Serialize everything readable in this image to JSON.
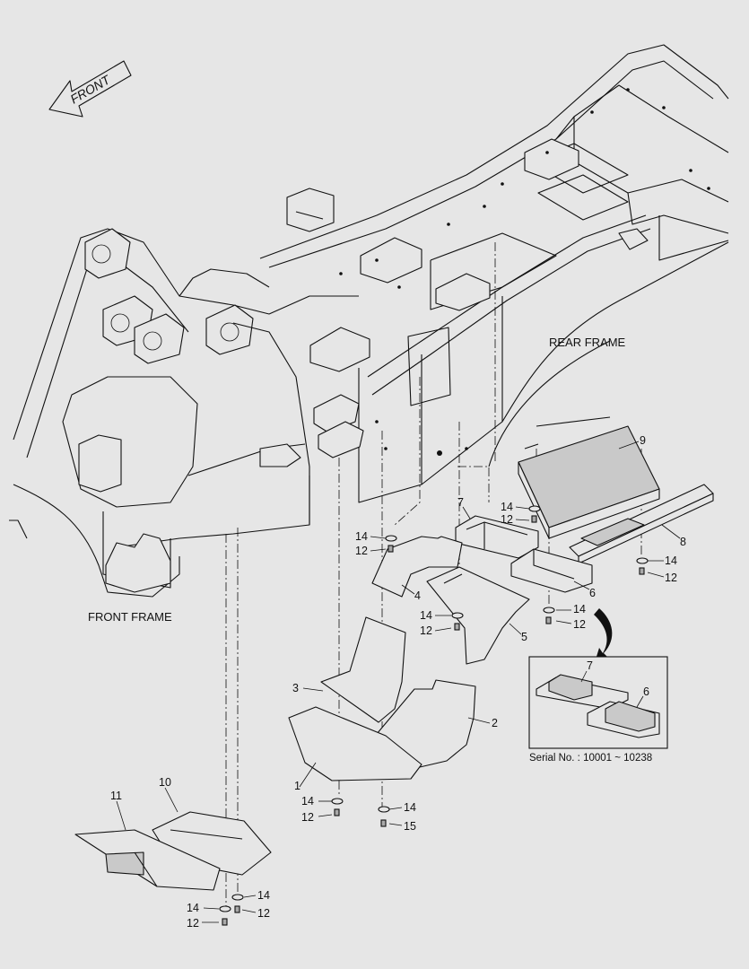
{
  "direction_label": "FRONT",
  "frame_labels": {
    "rear": "REAR FRAME",
    "front": "FRONT FRAME"
  },
  "inset": {
    "caption": "Serial No. : 10001 ~ 10238",
    "callouts": [
      "7",
      "6"
    ]
  },
  "part_callouts": [
    {
      "id": "p1",
      "text": "1"
    },
    {
      "id": "p2",
      "text": "2"
    },
    {
      "id": "p3",
      "text": "3"
    },
    {
      "id": "p4",
      "text": "4"
    },
    {
      "id": "p5",
      "text": "5"
    },
    {
      "id": "p6",
      "text": "6"
    },
    {
      "id": "p7",
      "text": "7"
    },
    {
      "id": "p8",
      "text": "8"
    },
    {
      "id": "p9",
      "text": "9"
    },
    {
      "id": "p10",
      "text": "10"
    },
    {
      "id": "p11",
      "text": "11"
    }
  ],
  "hardware_callouts": [
    {
      "id": "h1",
      "text": "14"
    },
    {
      "id": "h2",
      "text": "12"
    },
    {
      "id": "h3",
      "text": "14"
    },
    {
      "id": "h4",
      "text": "12"
    },
    {
      "id": "h5",
      "text": "14"
    },
    {
      "id": "h6",
      "text": "12"
    },
    {
      "id": "h7",
      "text": "14"
    },
    {
      "id": "h8",
      "text": "12"
    },
    {
      "id": "h9",
      "text": "14"
    },
    {
      "id": "h10",
      "text": "12"
    },
    {
      "id": "h11",
      "text": "14"
    },
    {
      "id": "h12",
      "text": "12"
    },
    {
      "id": "h13",
      "text": "14"
    },
    {
      "id": "h14",
      "text": "15"
    },
    {
      "id": "h15",
      "text": "14"
    },
    {
      "id": "h16",
      "text": "12"
    },
    {
      "id": "h17",
      "text": "14"
    },
    {
      "id": "h18",
      "text": "12"
    }
  ]
}
